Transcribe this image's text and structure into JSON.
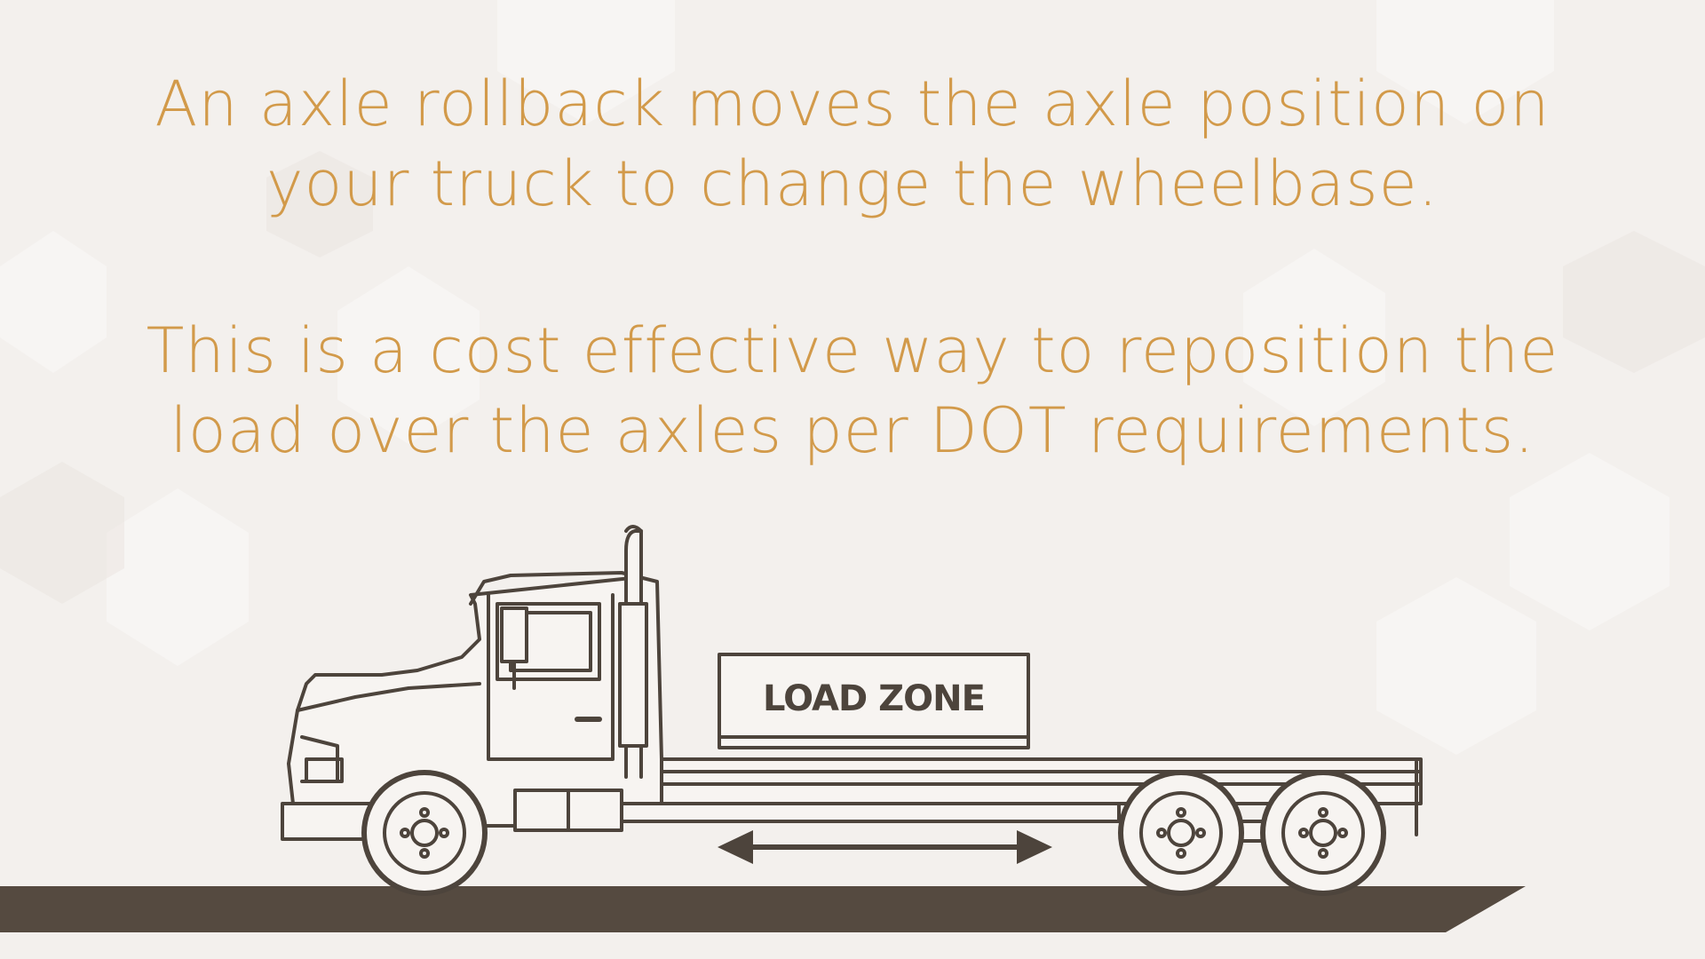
{
  "text": {
    "intro_line_1": "An axle rollback moves the axle position on",
    "intro_line_2": "your truck to change the wheelbase.",
    "detail_line_1": "This is a cost effective way to reposition the",
    "detail_line_2": "load over the axles per DOT requirements."
  },
  "diagram": {
    "load_zone_label": "LOAD ZONE"
  },
  "colors": {
    "background": "#f3f0ed",
    "accent": "#d29a4a",
    "line": "#4d443c",
    "ground": "#554a40"
  }
}
